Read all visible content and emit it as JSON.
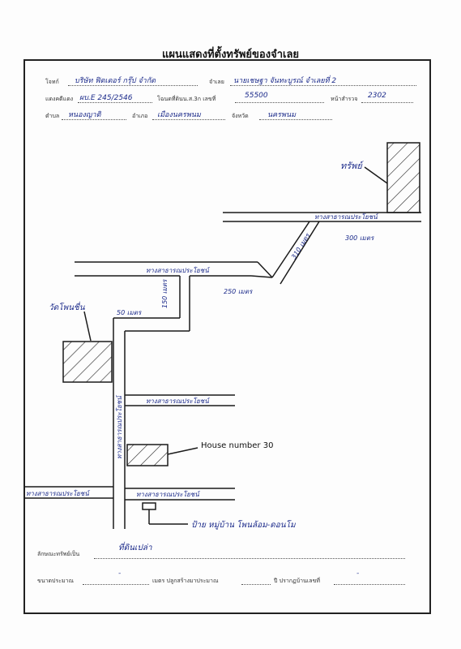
{
  "title": "แผนแสดงที่ตั้งทรัพย์ของจำเลย",
  "header": {
    "plaintiff_label": "โจทก์",
    "plaintiff_value": "บริษัท ฟิตเดอร์ กรุ๊ป จำกัด",
    "defendant_label": "จำเลย",
    "defendant_value": "นายเชษฐา จันทะบูรณ์ จำเลยที่ 2",
    "case_label": "แดงคดีแดง",
    "case_value": "ผบ.E 245/2546",
    "deed_label": "โฉนดที่ดินน.ส.3ก เลขที่",
    "deed_value": "55500",
    "survey_label": "หน้าสำรวจ",
    "survey_value": "2302",
    "subdistrict_label": "ตำบล",
    "subdistrict_value": "หนองญาติ",
    "district_label": "อำเภอ",
    "district_value": "เมืองนครพนม",
    "province_label": "จังหวัด",
    "province_value": "นครพนม"
  },
  "map": {
    "property_label": "ทรัพย์",
    "road_labels": {
      "top_right": "ทางสาธารณประโยชน์",
      "middle": "ทางสาธารณประโยชน์",
      "vertical": "ทางสาธารณประโยชน์",
      "branch_1": "ทางสาธารณประโยชน์",
      "branch_2": "ทางสาธารณประโยชน์",
      "bottom_left": "ทางสาธารณประโยชน์"
    },
    "distances": {
      "d1": "300 เมตร",
      "d2": "310 เมตร",
      "d3": "250 เมตร",
      "d4": "150 เมตร",
      "d5": "50 เมตร"
    },
    "temple_label": "วัดโพนชื่น",
    "house_label": "House number 30",
    "sign_label": "ป้าย หมู่บ้าน โพนล้อม-ดอนโม"
  },
  "footer": {
    "type_label": "ลักษณะทรัพย์เป็น",
    "type_value": "ที่ดินเปล่า",
    "size_label": "ขนาดประมาณ",
    "size_value": "-",
    "built_label": "เมตร ปลูกสร้างมาประมาณ",
    "built_value": "",
    "house_no_label": "ปี ปรากฏบ้านเลขที่",
    "house_no_value": "-"
  }
}
